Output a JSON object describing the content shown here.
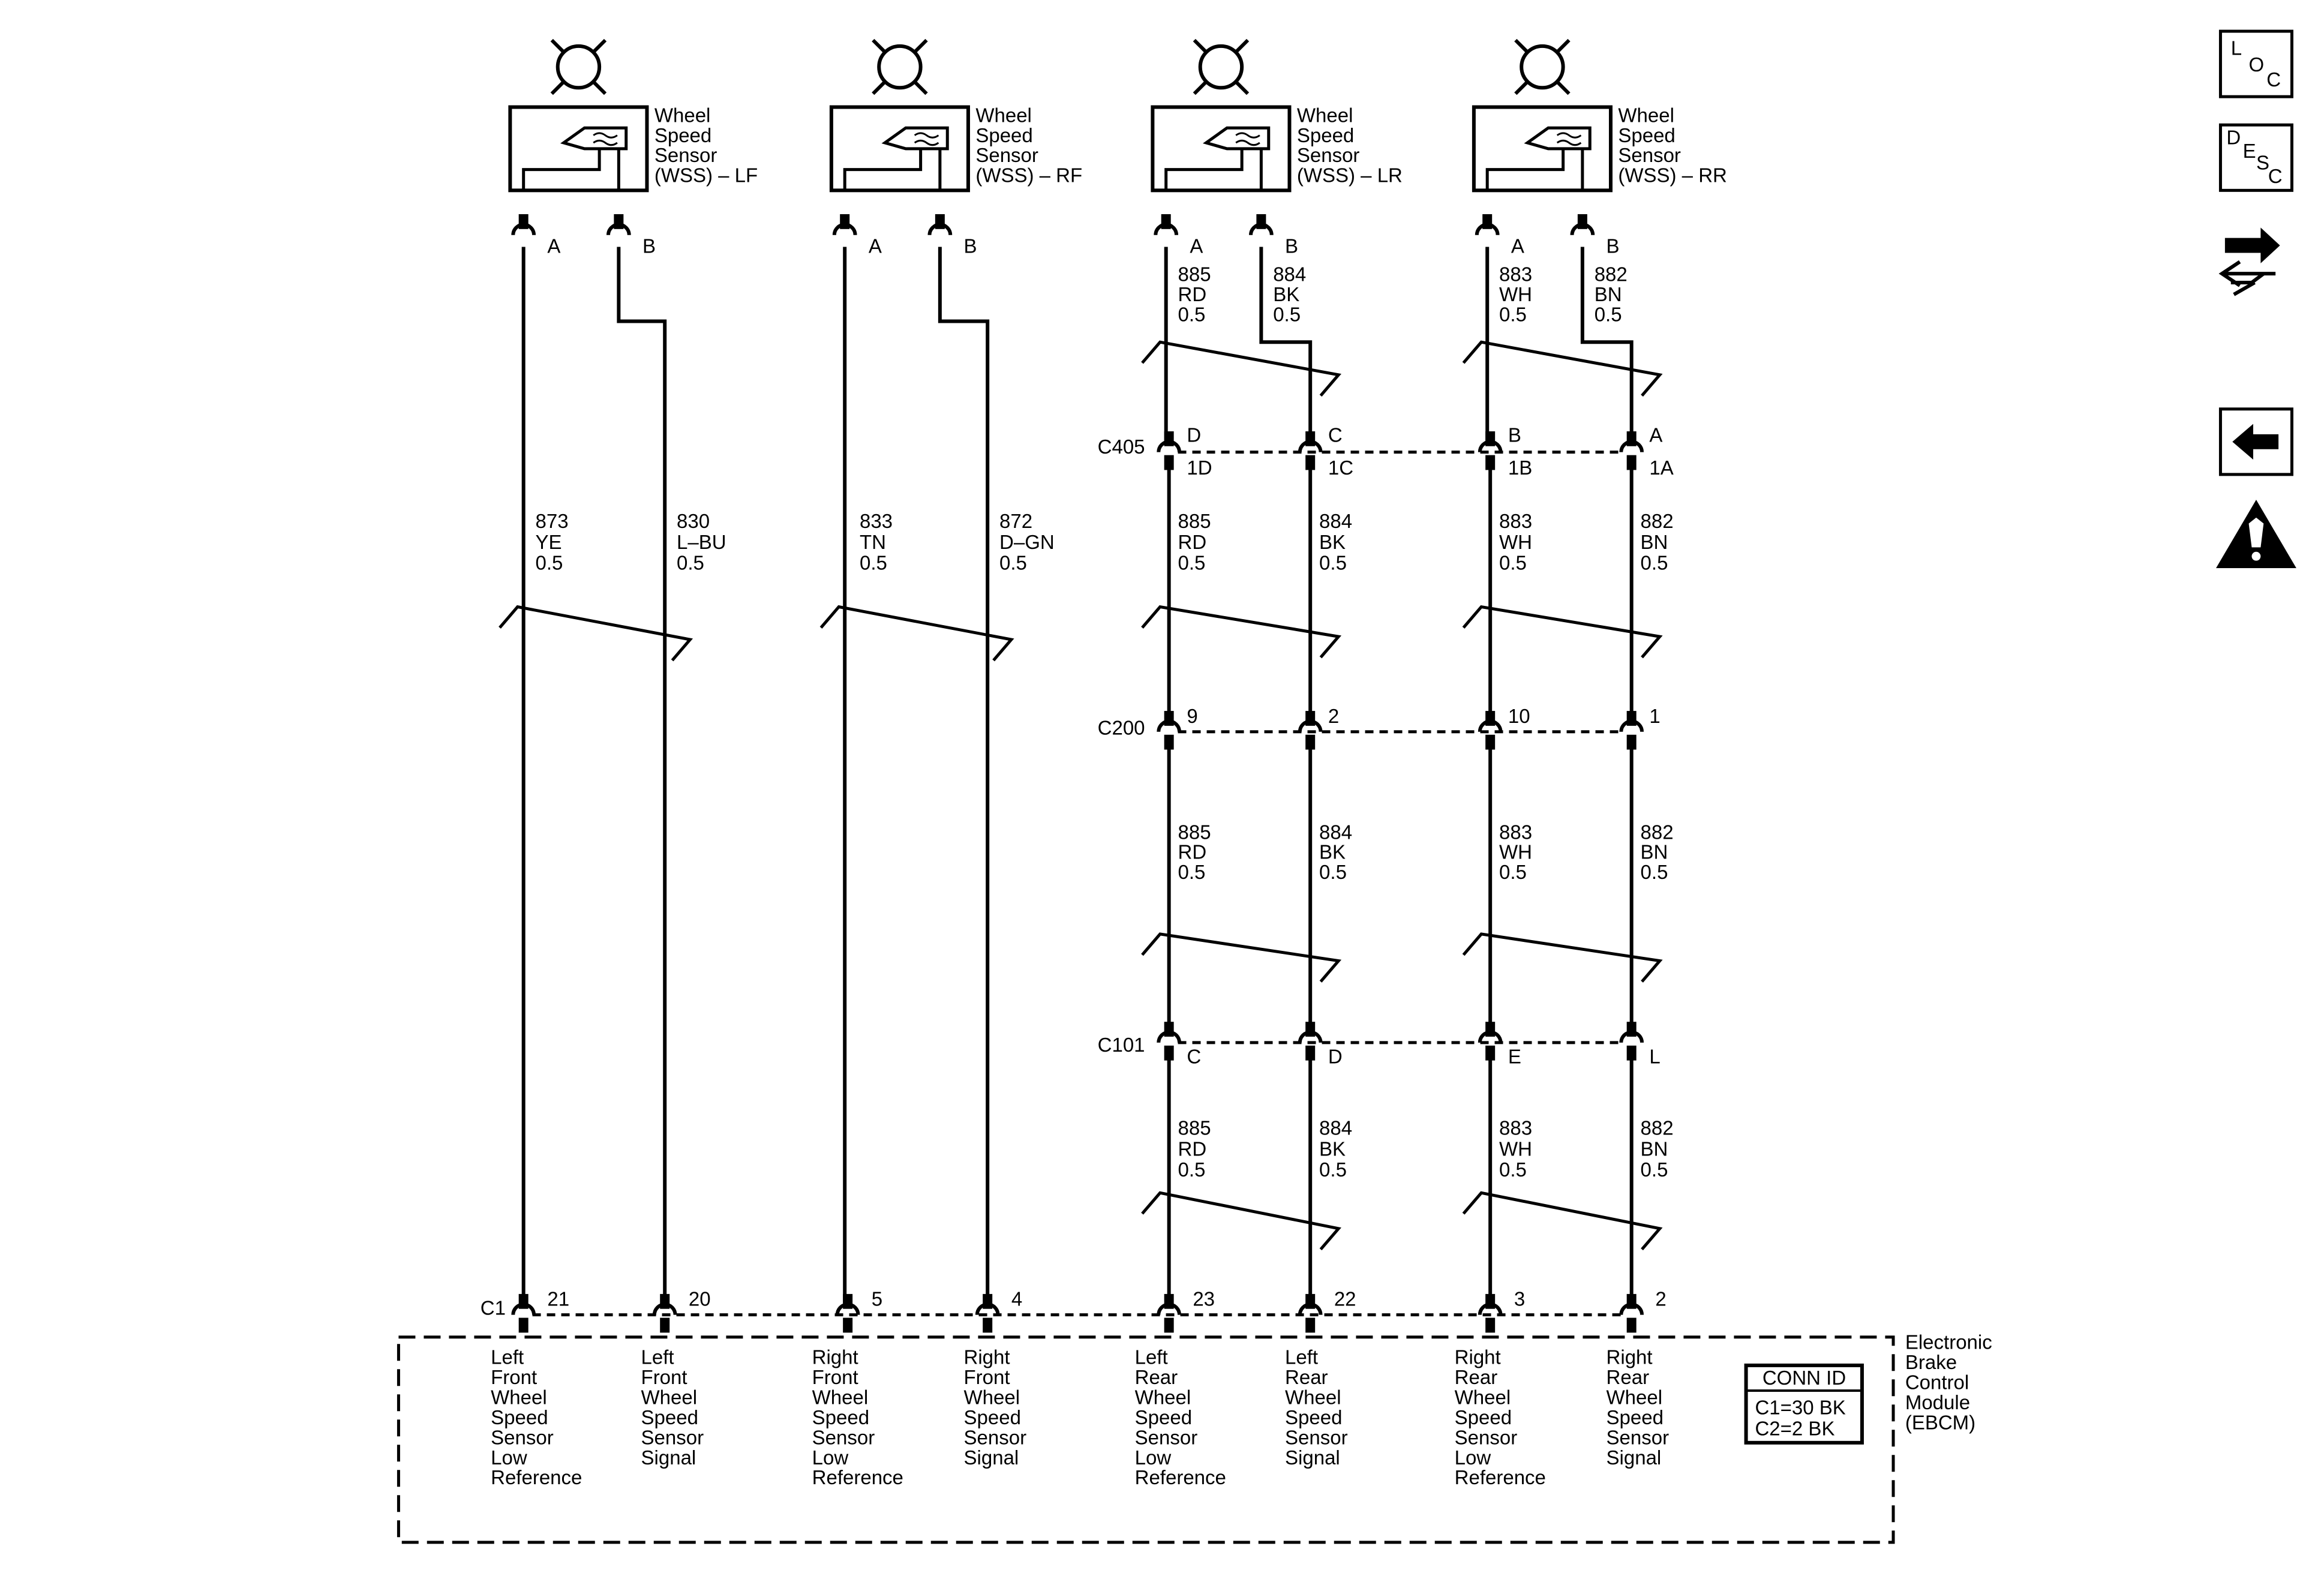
{
  "sensors": [
    {
      "title": [
        "Wheel",
        "Speed",
        "Sensor",
        "(WSS) – LF"
      ],
      "pin_a": "A",
      "pin_b": "B"
    },
    {
      "title": [
        "Wheel",
        "Speed",
        "Sensor",
        "(WSS) – RF"
      ],
      "pin_a": "A",
      "pin_b": "B"
    },
    {
      "title": [
        "Wheel",
        "Speed",
        "Sensor",
        "(WSS) – LR"
      ],
      "pin_a": "A",
      "pin_b": "B"
    },
    {
      "title": [
        "Wheel",
        "Speed",
        "Sensor",
        "(WSS) – RR"
      ],
      "pin_a": "A",
      "pin_b": "B"
    }
  ],
  "front_wires": [
    [
      "873",
      "YE",
      "0.5"
    ],
    [
      "830",
      "L–BU",
      "0.5"
    ],
    [
      "833",
      "TN",
      "0.5"
    ],
    [
      "872",
      "D–GN",
      "0.5"
    ]
  ],
  "rear_wires": [
    [
      "885",
      "RD",
      "0.5"
    ],
    [
      "884",
      "BK",
      "0.5"
    ],
    [
      "883",
      "WH",
      "0.5"
    ],
    [
      "882",
      "BN",
      "0.5"
    ]
  ],
  "connectors": {
    "c405": {
      "name": "C405",
      "upper_pins": [
        "D",
        "C",
        "B",
        "A"
      ],
      "lower_pins": [
        "1D",
        "1C",
        "1B",
        "1A"
      ]
    },
    "c200": {
      "name": "C200",
      "pins": [
        "9",
        "2",
        "10",
        "1"
      ]
    },
    "c101": {
      "name": "C101",
      "pins": [
        "C",
        "D",
        "E",
        "L"
      ]
    },
    "c1": {
      "name": "C1",
      "pins": [
        "21",
        "20",
        "5",
        "4",
        "23",
        "22",
        "3",
        "2"
      ]
    }
  },
  "module": {
    "name": [
      "Electronic",
      "Brake",
      "Control",
      "Module",
      "(EBCM)"
    ],
    "conn_id_title": "CONN ID",
    "conn_id_lines": [
      "C1=30 BK",
      "C2=2 BK"
    ],
    "circuits": [
      [
        "Left",
        "Front",
        "Wheel",
        "Speed",
        "Sensor",
        "Low",
        "Reference"
      ],
      [
        "Left",
        "Front",
        "Wheel",
        "Speed",
        "Sensor",
        "Signal"
      ],
      [
        "Right",
        "Front",
        "Wheel",
        "Speed",
        "Sensor",
        "Low",
        "Reference"
      ],
      [
        "Right",
        "Front",
        "Wheel",
        "Speed",
        "Sensor",
        "Signal"
      ],
      [
        "Left",
        "Rear",
        "Wheel",
        "Speed",
        "Sensor",
        "Low",
        "Reference"
      ],
      [
        "Left",
        "Rear",
        "Wheel",
        "Speed",
        "Sensor",
        "Signal"
      ],
      [
        "Right",
        "Rear",
        "Wheel",
        "Speed",
        "Sensor",
        "Low",
        "Reference"
      ],
      [
        "Right",
        "Rear",
        "Wheel",
        "Speed",
        "Sensor",
        "Signal"
      ]
    ]
  },
  "sidebar": {
    "loc_letters": [
      "L",
      "O",
      "C"
    ],
    "desc_letters": [
      "D",
      "E",
      "S",
      "C"
    ],
    "icons": [
      "location-icon",
      "description-icon",
      "connector-repair-icon",
      "back-arrow-icon",
      "warning-icon"
    ]
  }
}
